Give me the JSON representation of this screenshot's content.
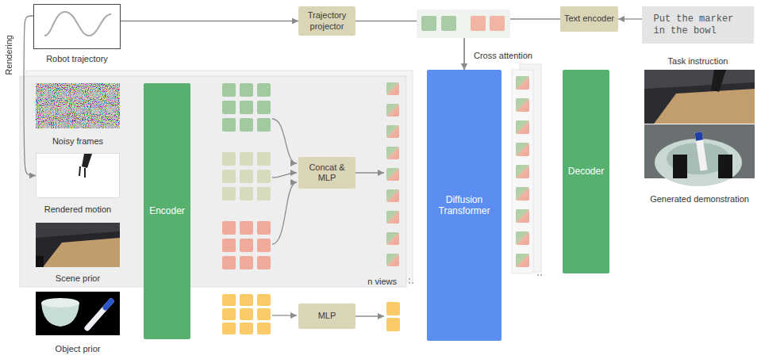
{
  "diagram": {
    "nodes": [
      {
        "text": [
          "Robot trajectory"
        ]
      },
      {
        "text": [
          "Trajectory projector"
        ]
      },
      {
        "text": [
          "Text encoder"
        ]
      },
      {
        "text": [
          "Put the marker in the bowl",
          "Task instruction"
        ]
      },
      {
        "text": [
          "n views"
        ]
      },
      {
        "text": [
          "Noisy frames"
        ],
        "in": 4
      },
      {
        "text": [
          "Rendered motion"
        ],
        "in": 4
      },
      {
        "text": [
          "Scene prior"
        ],
        "in": 4
      },
      {
        "text": [
          "Object prior"
        ]
      },
      {
        "text": [
          "Encoder"
        ]
      },
      {
        "text": [
          "Concat & MLP"
        ],
        "in": 4
      },
      {
        "text": [
          "MLP"
        ]
      },
      {
        "text": [
          "Diffusion Transformer"
        ]
      },
      {
        "text": [
          "Decoder"
        ]
      },
      {
        "text": [
          "Generated demonstration"
        ]
      }
    ],
    "edges": [
      {
        "from": 0,
        "to": 1,
        "arrow": "to"
      },
      {
        "from": 1,
        "to": 12,
        "arrow": "to"
      },
      {
        "from": 2,
        "to": 12,
        "arrow": "to"
      },
      {
        "from": 3,
        "to": 2,
        "arrow": "to"
      },
      {
        "from": 0,
        "to": 6,
        "label": "Rendering",
        "arrow": "to"
      }
    ],
    "labels": [
      "Cross attention"
    ]
  }
}
